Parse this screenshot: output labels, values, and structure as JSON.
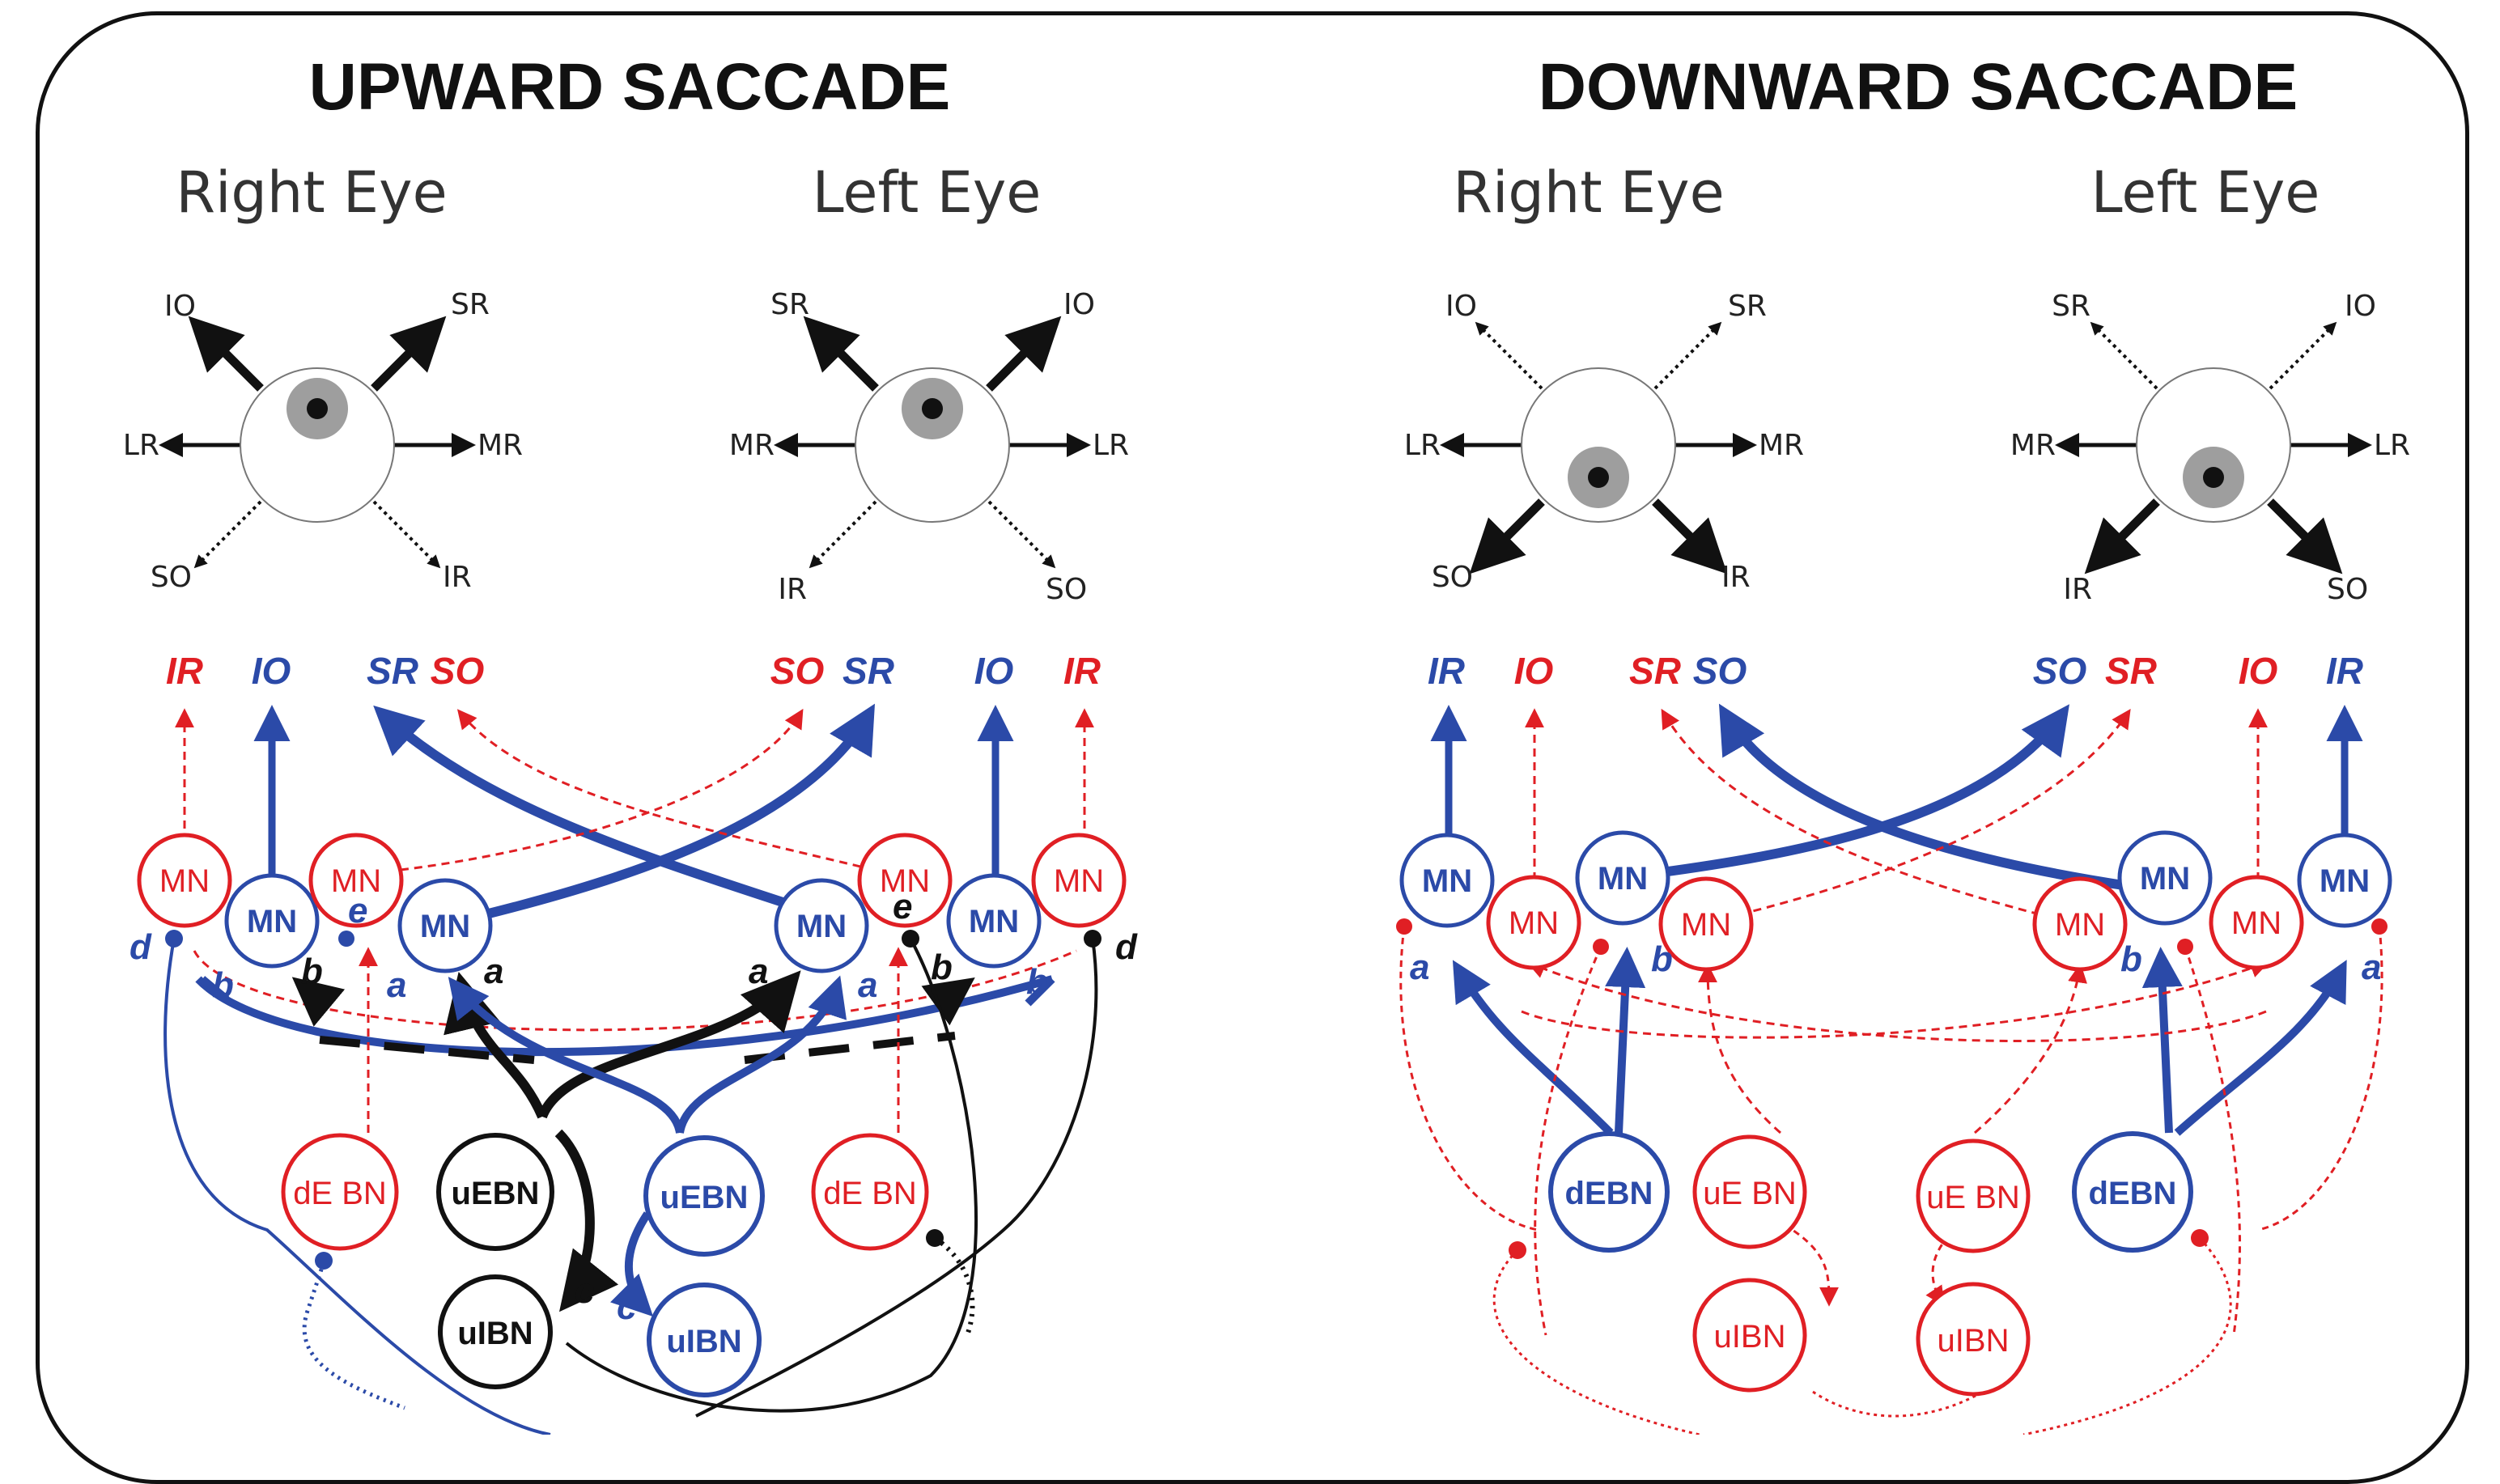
{
  "headings": {
    "upward": "UPWARD SACCADE",
    "downward": "DOWNWARD SACCADE"
  },
  "eye_labels": {
    "right": "Right Eye",
    "left": "Left Eye"
  },
  "muscles": {
    "io": "IO",
    "sr": "SR",
    "lr": "LR",
    "mr": "MR",
    "so": "SO",
    "ir": "IR"
  },
  "node_labels": {
    "mn": "MN",
    "debn": "dE BN",
    "debn_bold": "dEBN",
    "uebn": "uEBN",
    "uebn_thin": "uE BN",
    "uibn": "uIBN"
  },
  "tags": {
    "a": "a",
    "b": "b",
    "c": "c",
    "d": "d",
    "e": "e"
  },
  "colors": {
    "excitatory_active": "#2b4aa8",
    "inactive": "#e01f24",
    "black": "#111111",
    "iris": "#9e9e9e"
  }
}
